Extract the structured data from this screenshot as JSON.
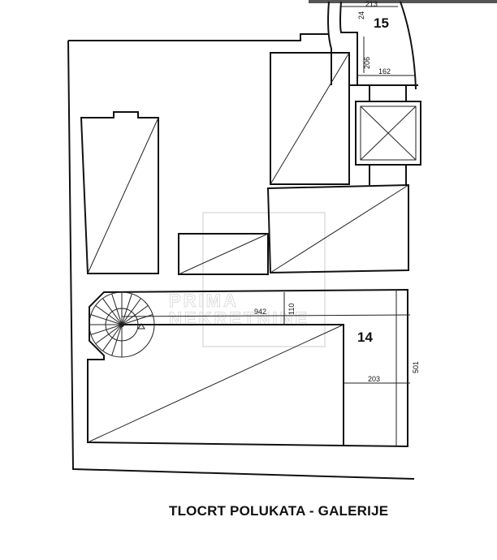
{
  "title": "TLOCRT POLUKATA - GALERIJE",
  "watermark": {
    "line1": "PRIMA",
    "line2": "NEKRETNINE"
  },
  "units": {
    "unit_15": "15",
    "unit_14": "14"
  },
  "dimensions": {
    "d213": "213",
    "d24": "24",
    "d206": "206",
    "d162": "162",
    "d942": "942",
    "d110": "110",
    "d501": "501",
    "d203": "203"
  }
}
